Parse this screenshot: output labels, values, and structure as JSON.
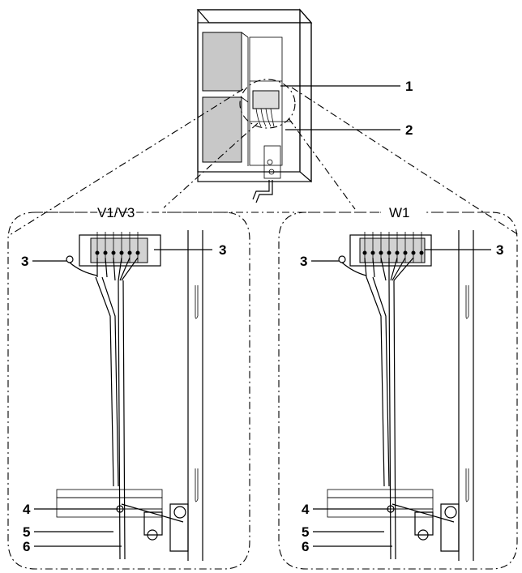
{
  "top_unit": {
    "callouts": [
      "1",
      "2"
    ]
  },
  "left_view": {
    "title": "V1/V3",
    "callouts": [
      "3",
      "3",
      "4",
      "5",
      "6"
    ]
  },
  "right_view": {
    "title": "W1",
    "callouts": [
      "3",
      "3",
      "4",
      "5",
      "6"
    ]
  }
}
